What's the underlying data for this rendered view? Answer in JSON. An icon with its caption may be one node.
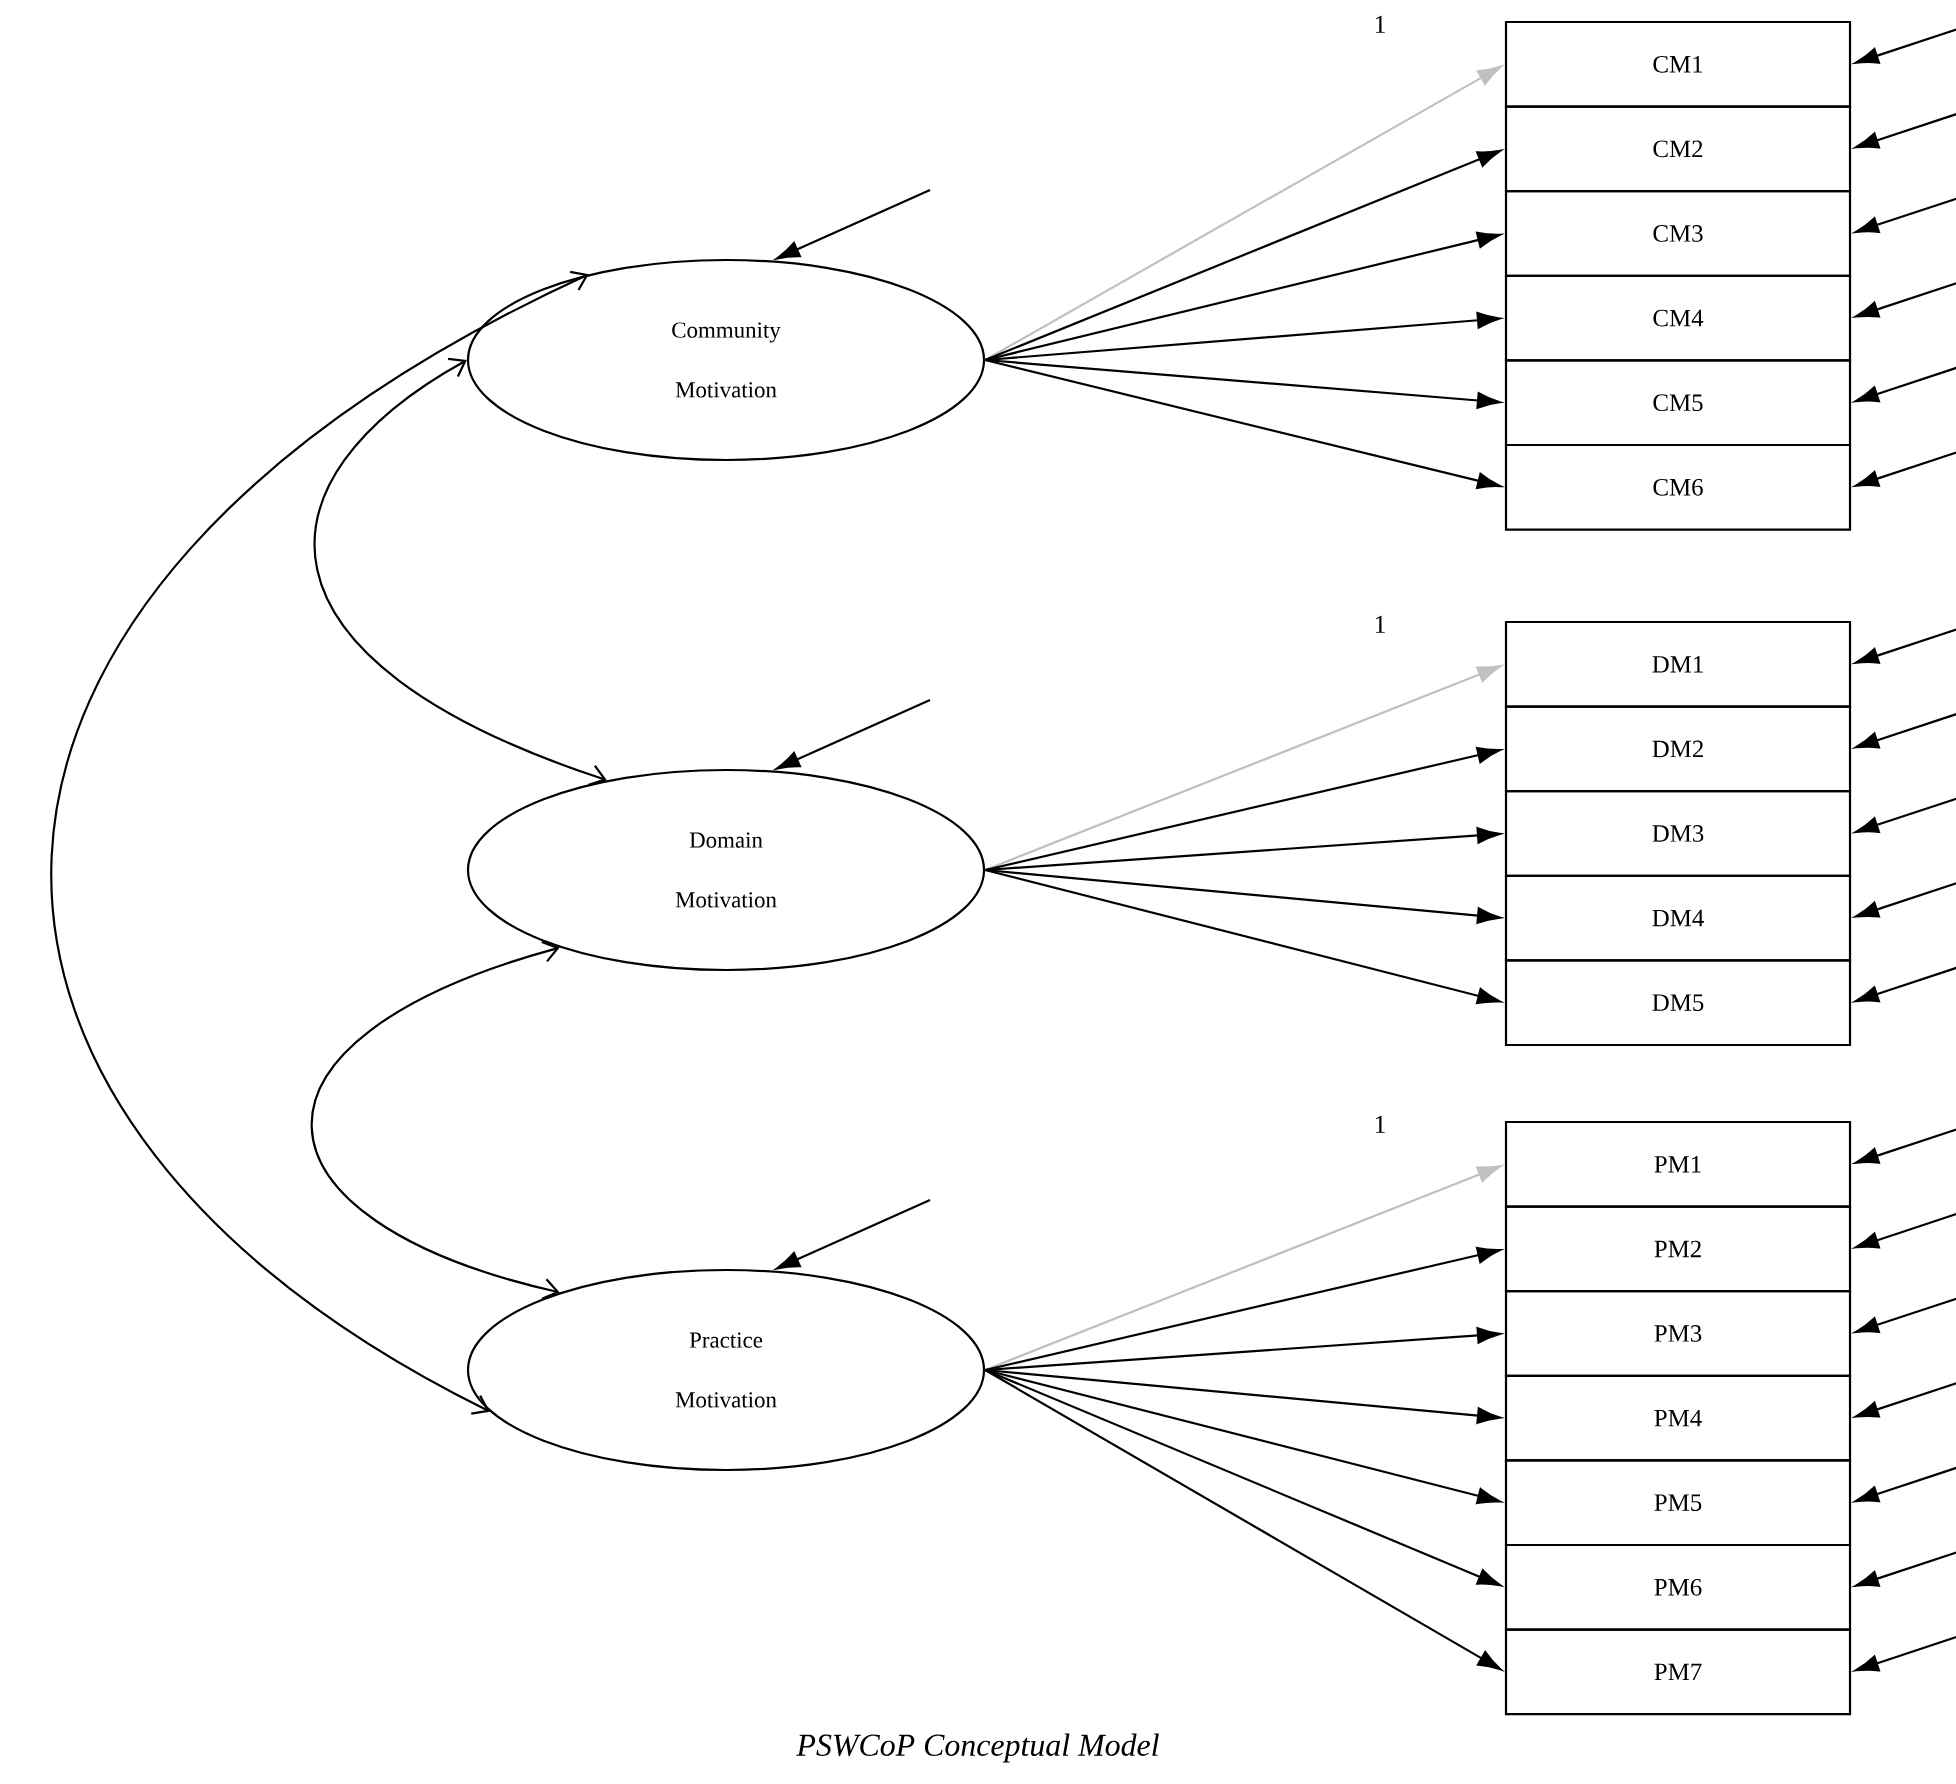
{
  "diagram": {
    "caption": "PSWCoP Conceptual Model",
    "nodes": [
      {
        "text": [
          "Community Motivation"
        ]
      },
      {
        "text": [
          "Domain Motivation"
        ]
      },
      {
        "text": [
          "Practice Motivation"
        ]
      },
      {
        "text": [
          "CM1"
        ]
      },
      {
        "text": [
          "CM2"
        ]
      },
      {
        "text": [
          "CM3"
        ]
      },
      {
        "text": [
          "CM4"
        ]
      },
      {
        "text": [
          "CM5"
        ]
      },
      {
        "text": [
          "CM6"
        ]
      },
      {
        "text": [
          "DM1"
        ]
      },
      {
        "text": [
          "DM2"
        ]
      },
      {
        "text": [
          "DM3"
        ]
      },
      {
        "text": [
          "DM4"
        ]
      },
      {
        "text": [
          "DM5"
        ]
      },
      {
        "text": [
          "PM1"
        ]
      },
      {
        "text": [
          "PM2"
        ]
      },
      {
        "text": [
          "PM3"
        ]
      },
      {
        "text": [
          "PM4"
        ]
      },
      {
        "text": [
          "PM5"
        ]
      },
      {
        "text": [
          "PM6"
        ]
      },
      {
        "text": [
          "PM7"
        ]
      }
    ],
    "edges": [
      {
        "from": 0,
        "to": 3,
        "arrow": "to",
        "label": "1",
        "color": "#c0c0c0"
      },
      {
        "from": 0,
        "to": 4,
        "arrow": "to"
      },
      {
        "from": 0,
        "to": 5,
        "arrow": "to"
      },
      {
        "from": 0,
        "to": 6,
        "arrow": "to"
      },
      {
        "from": 0,
        "to": 7,
        "arrow": "to"
      },
      {
        "from": 0,
        "to": 8,
        "arrow": "to"
      },
      {
        "from": 1,
        "to": 9,
        "arrow": "to",
        "label": "1",
        "color": "#c0c0c0"
      },
      {
        "from": 1,
        "to": 10,
        "arrow": "to"
      },
      {
        "from": 1,
        "to": 11,
        "arrow": "to"
      },
      {
        "from": 1,
        "to": 12,
        "arrow": "to"
      },
      {
        "from": 1,
        "to": 13,
        "arrow": "to"
      },
      {
        "from": 2,
        "to": 14,
        "arrow": "to",
        "label": "1",
        "color": "#c0c0c0"
      },
      {
        "from": 2,
        "to": 15,
        "arrow": "to"
      },
      {
        "from": 2,
        "to": 16,
        "arrow": "to"
      },
      {
        "from": 2,
        "to": 17,
        "arrow": "to"
      },
      {
        "from": 2,
        "to": 18,
        "arrow": "to"
      },
      {
        "from": 2,
        "to": 19,
        "arrow": "to"
      },
      {
        "from": 2,
        "to": 20,
        "arrow": "to"
      },
      {
        "from": null,
        "to": 3,
        "arrow": "to"
      },
      {
        "from": null,
        "to": 4,
        "arrow": "to"
      },
      {
        "from": null,
        "to": 5,
        "arrow": "to"
      },
      {
        "from": null,
        "to": 6,
        "arrow": "to"
      },
      {
        "from": null,
        "to": 7,
        "arrow": "to"
      },
      {
        "from": null,
        "to": 8,
        "arrow": "to"
      },
      {
        "from": null,
        "to": 9,
        "arrow": "to"
      },
      {
        "from": null,
        "to": 10,
        "arrow": "to"
      },
      {
        "from": null,
        "to": 11,
        "arrow": "to"
      },
      {
        "from": null,
        "to": 12,
        "arrow": "to"
      },
      {
        "from": null,
        "to": 13,
        "arrow": "to"
      },
      {
        "from": null,
        "to": 14,
        "arrow": "to"
      },
      {
        "from": null,
        "to": 15,
        "arrow": "to"
      },
      {
        "from": null,
        "to": 16,
        "arrow": "to"
      },
      {
        "from": null,
        "to": 17,
        "arrow": "to"
      },
      {
        "from": null,
        "to": 18,
        "arrow": "to"
      },
      {
        "from": null,
        "to": 19,
        "arrow": "to"
      },
      {
        "from": null,
        "to": 20,
        "arrow": "to"
      },
      {
        "from": null,
        "to": 0,
        "arrow": "to"
      },
      {
        "from": null,
        "to": 1,
        "arrow": "to"
      },
      {
        "from": null,
        "to": 2,
        "arrow": "to"
      },
      {
        "from": 0,
        "to": 1,
        "arrow": "both"
      },
      {
        "from": 1,
        "to": 2,
        "arrow": "both"
      },
      {
        "from": 0,
        "to": 2,
        "arrow": "both"
      }
    ]
  }
}
